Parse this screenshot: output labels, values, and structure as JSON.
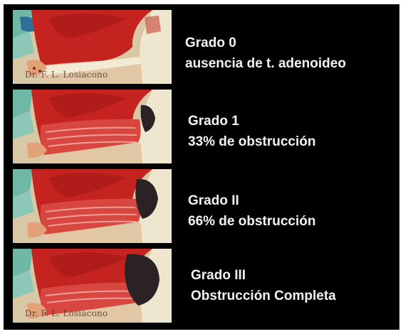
{
  "colors": {
    "background": "#000000",
    "text": "#f2f2f2",
    "tissue_red": "#c4231f",
    "bone": "#efe6cf",
    "adenoid_mass": "#2a2224",
    "skin_teal": "#6fb8a6"
  },
  "grades": [
    {
      "grade": "Grado 0",
      "description": "ausencia de t. adenoideo",
      "obstruction": 0,
      "watermark": "Dr. F. L. Losiacono"
    },
    {
      "grade": "Grado 1",
      "description": "33% de obstrucción",
      "obstruction": 0.33,
      "watermark": ""
    },
    {
      "grade": "Grado II",
      "description": "66% de obstrucción",
      "obstruction": 0.66,
      "watermark": ""
    },
    {
      "grade": "Grado III",
      "description": "Obstrucción Completa",
      "obstruction": 1.0,
      "watermark": "Dr. F. L. Losiacono"
    }
  ]
}
